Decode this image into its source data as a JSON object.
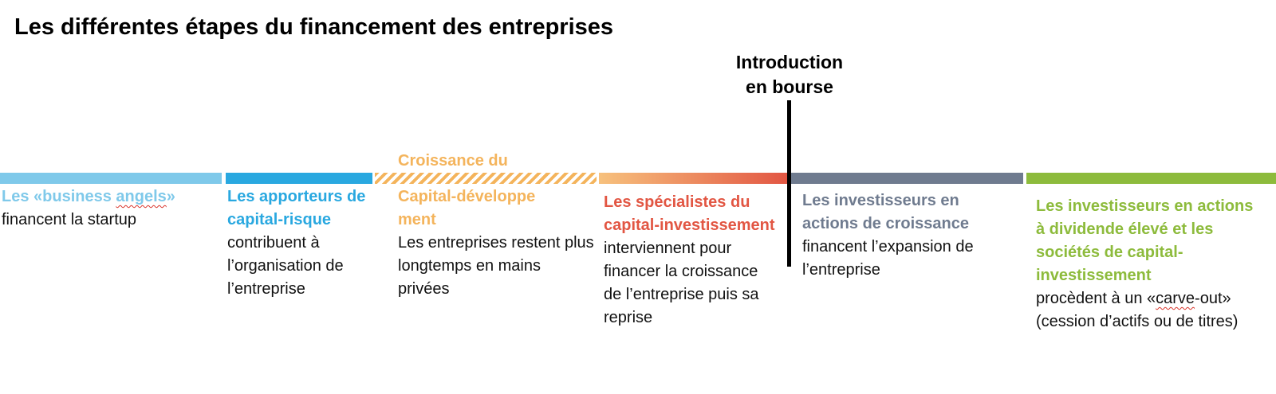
{
  "title": "Les différentes étapes du financement des entreprises",
  "ipo": {
    "line1": "Introduction",
    "line2": "en bourse"
  },
  "colors": {
    "angels": "#7fc9ea",
    "venture": "#29a8e0",
    "growth_capital": "#f4b45c",
    "private_equity_start": "#f7c17d",
    "private_equity_end": "#e25643",
    "growth_equity": "#6f7b8f",
    "dividend": "#8dbb3c",
    "ipo_line": "#000000"
  },
  "stages": [
    {
      "heading_parts": [
        "Les «business ",
        "angels",
        "»"
      ],
      "description": "financent la startup"
    },
    {
      "heading": "Les apporteurs de capital-risque",
      "description": "contribuent à l’organisation de l’entreprise"
    },
    {
      "heading_top": "Croissance du",
      "heading": "Capital-développement",
      "description": "Les entreprises restent plus longtemps en mains privées"
    },
    {
      "heading": "Les spécialistes du capital-investissement",
      "description": "interviennent pour financer la croissance de l’entreprise puis sa reprise"
    },
    {
      "heading": "Les investisseurs en actions de croissance",
      "description": "financent l’expansion de l’entreprise"
    },
    {
      "heading": "Les investisseurs en actions à dividende élevé et les sociétés de capital-investissement",
      "description_parts": [
        "procèdent à un «",
        "carve",
        "-out» (cession d’actifs ou de titres)"
      ]
    }
  ]
}
